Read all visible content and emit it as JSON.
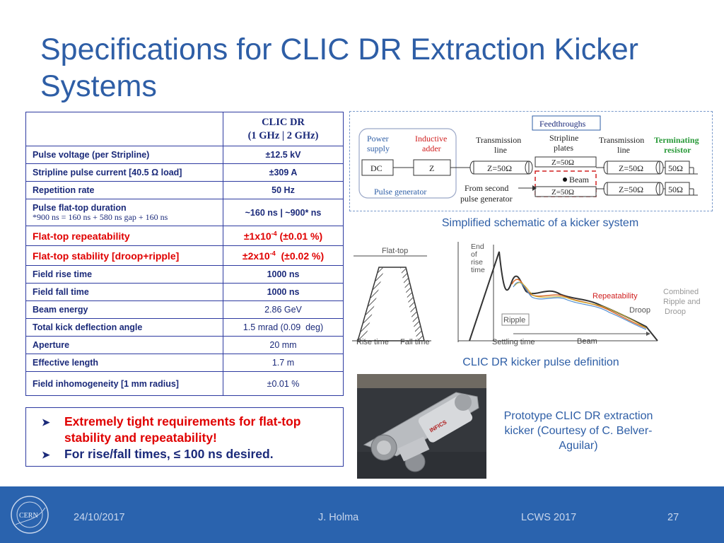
{
  "title": "Specifications for CLIC DR Extraction Kicker Systems",
  "table": {
    "header_l1": "CLIC DR",
    "header_l2": "(1 GHz | 2 GHz)",
    "rows": [
      {
        "label": "Pulse voltage (per Stripline)",
        "value": "±12.5 kV"
      },
      {
        "label": "Stripline pulse current [40.5 Ω load]",
        "value": "±309 A"
      },
      {
        "label": "Repetition rate",
        "value": "50 Hz"
      },
      {
        "label": "Pulse flat-top duration",
        "sublabel": "*900 ns = 160 ns + 580 ns gap + 160 ns",
        "value": "~160 ns | ~900* ns"
      },
      {
        "label": "Flat-top repeatability",
        "value_pre": "±1x10",
        "value_exp": "-4",
        "value_post": " (±0.01 %)"
      },
      {
        "label": "Flat-top stability [droop+ripple]",
        "value_pre": "±2x10",
        "value_exp": "-4",
        "value_post": "  (±0.02 %)"
      },
      {
        "label": "Field rise time",
        "value": "1000 ns"
      },
      {
        "label": "Field fall time",
        "value": "1000 ns"
      },
      {
        "label": "Beam energy",
        "value": "2.86 GeV"
      },
      {
        "label": "Total kick deflection angle",
        "value": "1.5 mrad (0.09  deg)"
      },
      {
        "label": "Aperture",
        "value": "20 mm"
      },
      {
        "label": "Effective length",
        "value": "1.7 m"
      },
      {
        "label": "Field inhomogeneity [1 mm radius]",
        "value": "±0.01 %"
      }
    ]
  },
  "bullets": [
    "Extremely tight requirements for flat-top stability and repeatability!",
    "For rise/fall times, ≤ 100 ns desired."
  ],
  "schematic": {
    "feedthroughs": "Feedthroughs",
    "power_supply_1": "Power",
    "power_supply_2": "supply",
    "inductive_adder_1": "Inductive",
    "inductive_adder_2": "adder",
    "dc": "DC",
    "z": "Z",
    "pulse_generator": "Pulse generator",
    "tl1_1": "Transmission",
    "tl1_2": "line",
    "stripline_1": "Stripline",
    "stripline_2": "plates",
    "tl2_1": "Transmission",
    "tl2_2": "line",
    "term_1": "Terminating",
    "term_2": "resistor",
    "z50": "Z=50Ω",
    "r50": "50Ω",
    "beam": "Beam",
    "from_second_1": "From second",
    "from_second_2": "pulse generator",
    "caption": "Simplified schematic of a kicker system"
  },
  "pulse": {
    "flat_top": "Flat-top",
    "rise_time": "Rise time",
    "fall_time": "Fall time",
    "end_of": "End",
    "end_of_2": "of",
    "end_of_3": "rise",
    "end_of_4": "time",
    "repeatability": "Repeatability",
    "ripple": "Ripple",
    "droop": "Droop",
    "combined_1": "Combined",
    "combined_2": "Ripple and",
    "combined_3": "Droop",
    "settling": "Settling time",
    "beam": "Beam",
    "caption": "CLIC DR kicker pulse definition"
  },
  "photo": {
    "brand": "INFICS",
    "caption": "Prototype CLIC DR extraction kicker (Courtesy of C. Belver-Aguilar)"
  },
  "footer": {
    "logo": "CERN",
    "date": "24/10/2017",
    "author": "J. Holma",
    "event": "LCWS 2017",
    "page": "27"
  },
  "colors": {
    "title": "#2e5ea6",
    "table_border": "#2d3aa0",
    "highlight_red": "#e00000",
    "footer_bg": "#2a63ae"
  }
}
